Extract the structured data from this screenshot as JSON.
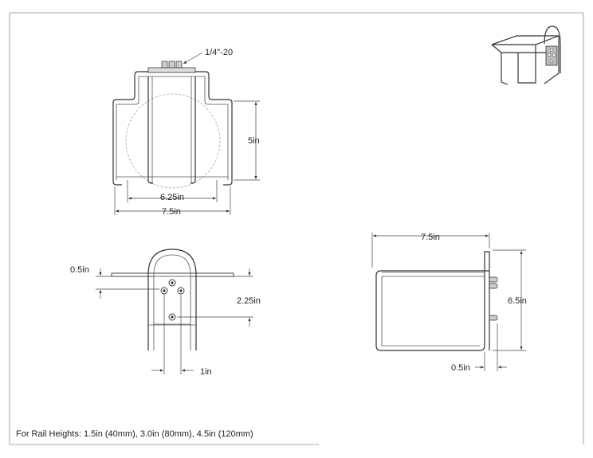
{
  "labels": {
    "thread": "1/4\"-20",
    "front_height": "5in",
    "front_inner_width": "6.25in",
    "front_outer_width": "7.5in",
    "top_offset": "0.5in",
    "top_height": "2.25in",
    "top_spacing": "1in",
    "side_width": "7.5in",
    "side_height": "6.5in",
    "side_offset": "0.5in"
  },
  "footer": "For Rail Heights: 1.5in (40mm), 3.0in (80mm), 4.5in (120mm)"
}
